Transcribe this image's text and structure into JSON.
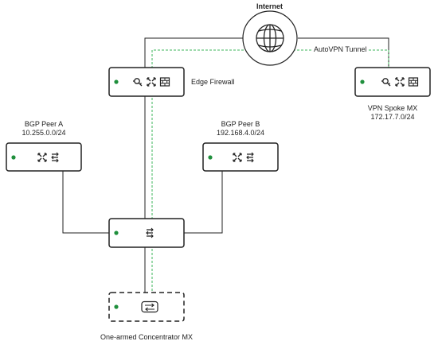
{
  "internet": {
    "label": "Internet"
  },
  "tunnel": {
    "label": "AutoVPN Tunnel",
    "color": "#3cb55b"
  },
  "edge_firewall": {
    "label": "Edge Firewall"
  },
  "vpn_spoke": {
    "label": "VPN Spoke MX",
    "subnet": "172.17.7.0/24"
  },
  "bgp_peer_a": {
    "label": "BGP Peer A",
    "subnet": "10.255.0.0/24"
  },
  "bgp_peer_b": {
    "label": "BGP Peer B",
    "subnet": "192.168.4.0/24"
  },
  "concentrator": {
    "label": "One-armed Concentrator MX"
  },
  "colors": {
    "status_led": "#1f8f3c",
    "device_border": "#222222",
    "link": "#222222",
    "tunnel": "#3cb55b"
  },
  "icons": {
    "internet": "globe-icon",
    "firewall": "brick-wall-icon",
    "vpn": "magnifier-key-icon",
    "switch": "cross-arrows-icon",
    "router": "stacked-arrows-icon",
    "concentrator": "swap-arrows-icon"
  }
}
